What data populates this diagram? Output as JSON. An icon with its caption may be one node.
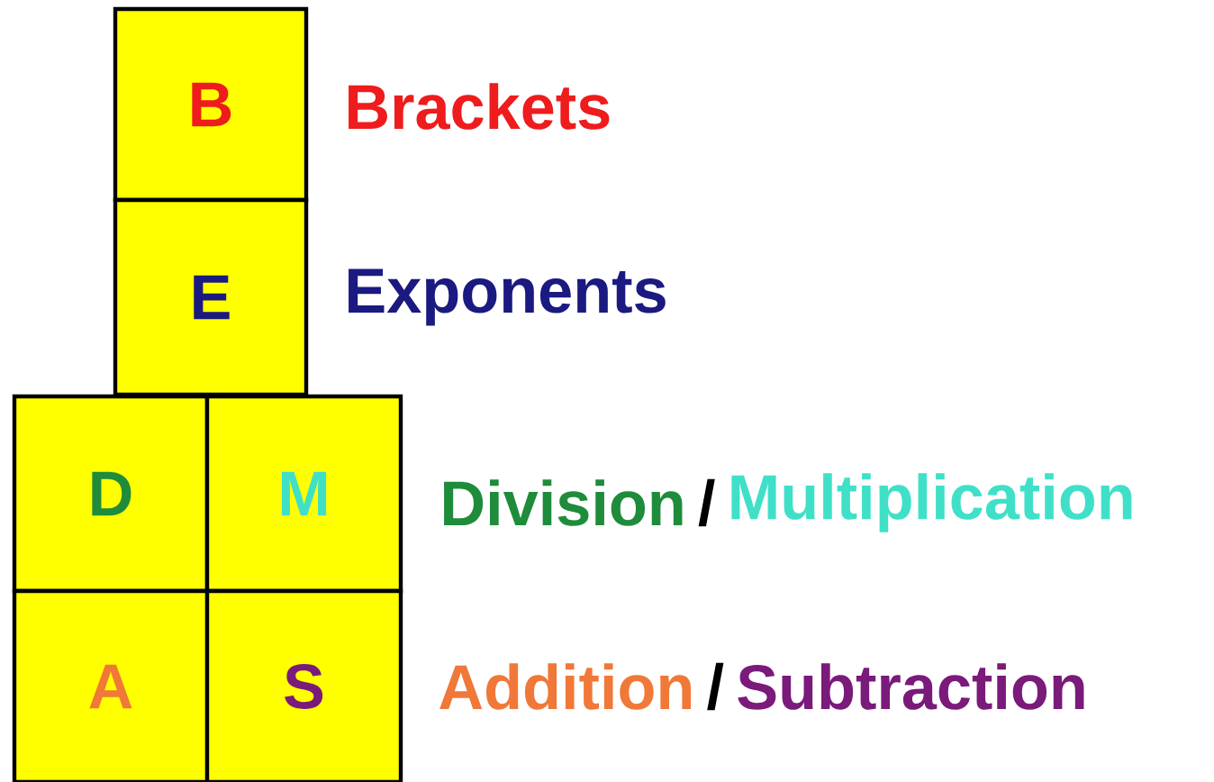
{
  "diagram": {
    "nodes": [
      {
        "text": [
          "B"
        ]
      },
      {
        "text": [
          "E"
        ]
      },
      {
        "text": [
          "D"
        ]
      },
      {
        "text": [
          "M"
        ]
      },
      {
        "text": [
          "A"
        ]
      },
      {
        "text": [
          "S"
        ]
      }
    ],
    "labels": [
      "Brackets",
      "Exponents",
      "Division",
      "/",
      "Multiplication",
      "Addition",
      "/",
      "Subtraction"
    ]
  }
}
